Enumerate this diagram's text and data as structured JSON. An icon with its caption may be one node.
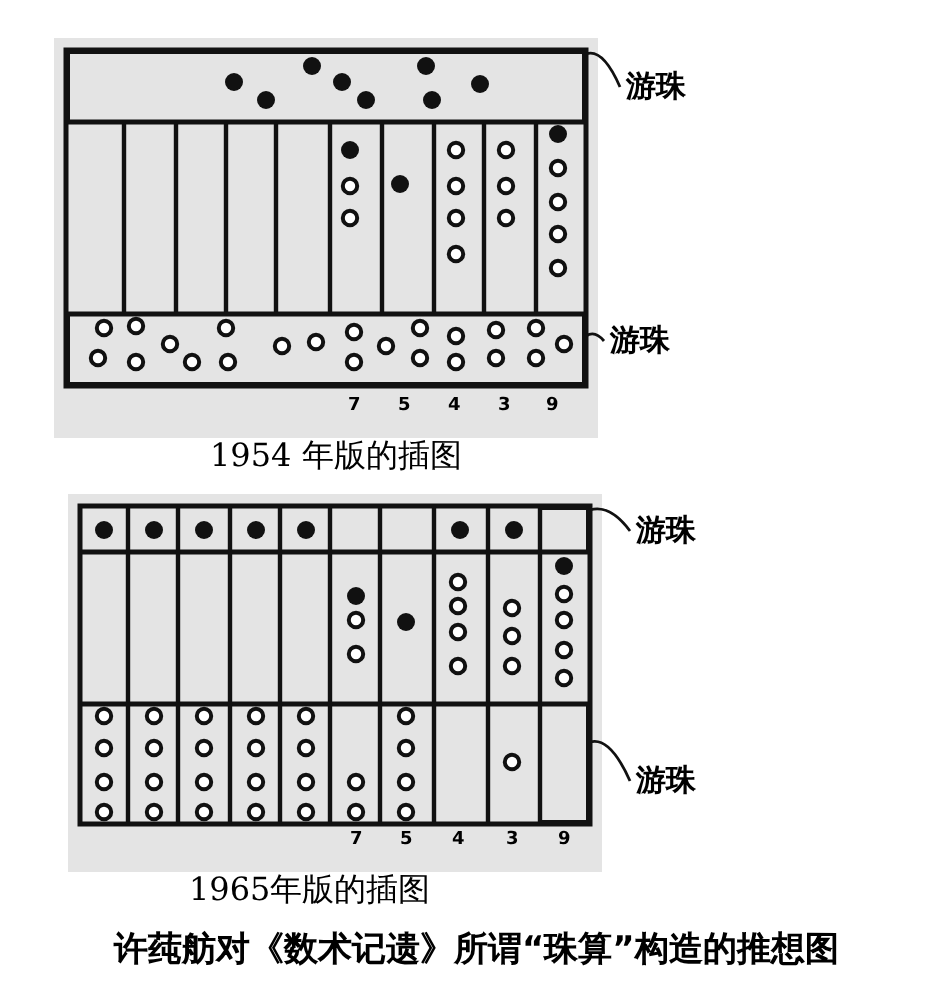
{
  "diagram": {
    "caption": "许莼舫对《数术记遗》所谓“珠算”构造的推想图",
    "nodes": [
      {
        "text": [
          "游珠"
        ]
      },
      {
        "text": [],
        "shape": "box"
      },
      {
        "text": [
          "游珠"
        ]
      },
      {
        "text": [],
        "shape": "box"
      },
      {
        "text": [
          "游珠"
        ]
      },
      {
        "text": [],
        "shape": "box"
      },
      {
        "text": [
          "游珠"
        ]
      },
      {
        "text": [],
        "shape": "box"
      }
    ],
    "edges": [
      {
        "from": 0,
        "to": 1,
        "arrow": "none"
      },
      {
        "from": 2,
        "to": 3,
        "arrow": "none"
      },
      {
        "from": 4,
        "to": 5,
        "arrow": "none"
      },
      {
        "from": 6,
        "to": 7,
        "arrow": "none"
      }
    ],
    "labels": [
      "7",
      "5",
      "4",
      "3",
      "9",
      "1954 年版的插图",
      "7",
      "5",
      "4",
      "3",
      "9",
      "1965年版的插图"
    ]
  }
}
